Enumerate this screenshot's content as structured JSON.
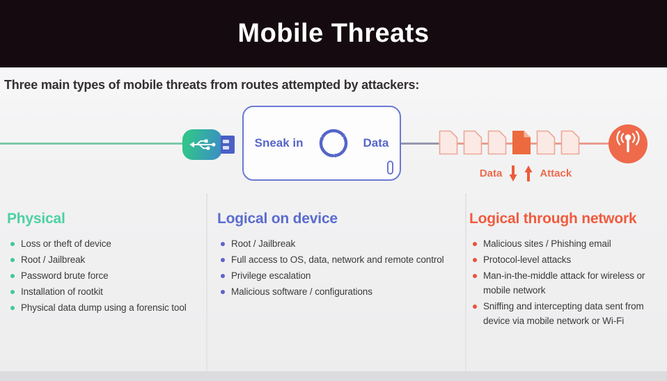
{
  "header": {
    "title": "Mobile Threats"
  },
  "subtitle": "Three main types of mobile threats from routes attempted by attackers:",
  "diagram": {
    "phone": {
      "sneak_label": "Sneak in",
      "data_label": "Data"
    },
    "flow": {
      "data_label": "Data",
      "attack_label": "Attack"
    },
    "documents_count": 6,
    "highlighted_document_index": 3,
    "icons": {
      "usb": "usb-drive-icon",
      "cycle": "circular-arrows-icon",
      "document": "document-icon",
      "broadcast": "network-broadcast-icon",
      "down_arrow": "down-arrow-icon",
      "up_arrow": "up-arrow-icon"
    }
  },
  "colors": {
    "header_bg": "#140a0f",
    "physical_accent": "#4ed0a5",
    "device_accent": "#5b6ccd",
    "network_accent": "#f15b3e",
    "usb_gradient_start": "#31c28d",
    "usb_gradient_end": "#3b8ec4",
    "usb_connector": "#4b5fc6",
    "phone_outline": "#6b79d2",
    "doc_fill": "#fbe9e5",
    "doc_border": "#eca795",
    "doc_active": "#ec6a3e",
    "broadcast_bg": "#ee6a4b",
    "flow_text": "#ed6b4d",
    "line_green": "#7ccaa9",
    "line_gray": "#9598ab",
    "line_salmon": "#eb9d8e"
  },
  "columns": [
    {
      "title": "Physical",
      "items": [
        "Loss or theft of device",
        "Root / Jailbreak",
        "Password brute force",
        "Installation of rootkit",
        "Physical data dump using a forensic tool"
      ]
    },
    {
      "title": "Logical on device",
      "items": [
        "Root / Jailbreak",
        "Full access to OS, data, network and remote control",
        "Privilege escalation",
        "Malicious software / configurations"
      ]
    },
    {
      "title": "Logical through network",
      "items": [
        "Malicious sites / Phishing email",
        "Protocol-level attacks",
        "Man-in-the-middle attack for wireless or mobile network",
        "Sniffing and intercepting data sent from device via mobile network or Wi-Fi"
      ]
    }
  ]
}
